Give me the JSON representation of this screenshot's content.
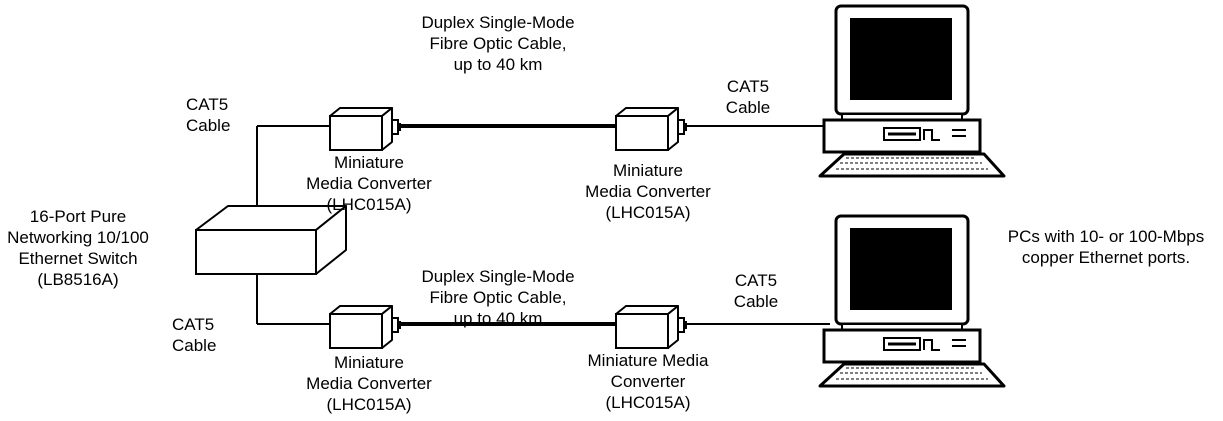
{
  "colors": {
    "line": "#000000",
    "background": "#ffffff",
    "screen": "#000000"
  },
  "labels": {
    "fiber_top": [
      "Duplex  Single-Mode",
      "Fibre Optic Cable,",
      "up to 40 km"
    ],
    "fiber_bottom": [
      "Duplex  Single-Mode",
      "Fibre Optic Cable,",
      "up to 40 km"
    ],
    "cat5_top_left": [
      "CAT5",
      "Cable"
    ],
    "cat5_top_right": [
      "CAT5",
      "Cable"
    ],
    "cat5_bottom_left": [
      "CAT5",
      "Cable"
    ],
    "cat5_bottom_right": [
      "CAT5",
      "Cable"
    ],
    "converter_tl": [
      "Miniature",
      "Media Converter",
      "(LHC015A)"
    ],
    "converter_tr": [
      "Miniature",
      "Media Converter",
      "(LHC015A)"
    ],
    "converter_bl": [
      "Miniature",
      "Media Converter",
      "(LHC015A)"
    ],
    "converter_br": [
      "Miniature Media",
      "Converter",
      "(LHC015A)"
    ],
    "switch": [
      "16-Port Pure",
      "Networking 10/100",
      "Ethernet Switch",
      "(LB8516A)"
    ],
    "pcs": [
      "PCs with 10- or 100-Mbps",
      "copper Ethernet ports."
    ]
  },
  "icons": [
    "ethernet-switch-icon",
    "media-converter-icon",
    "desktop-pc-icon"
  ]
}
